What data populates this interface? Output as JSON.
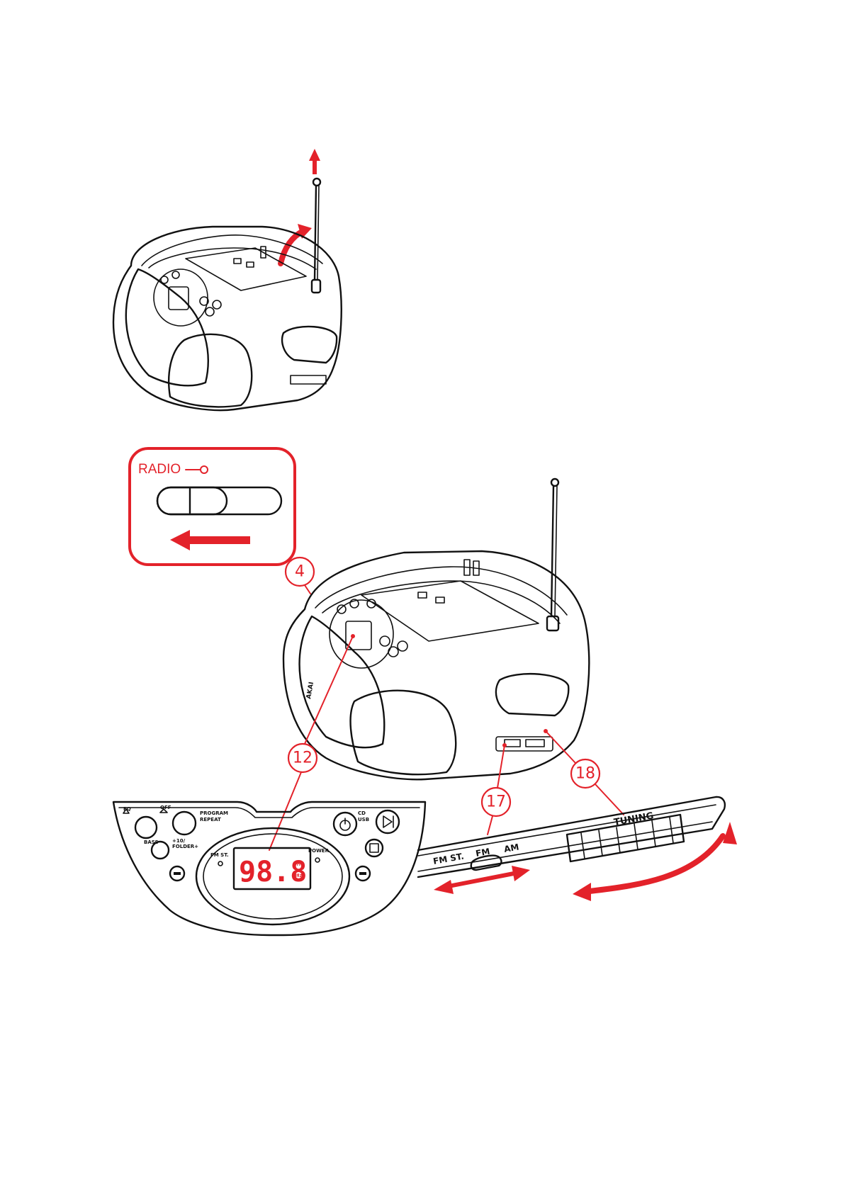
{
  "colors": {
    "accent": "#e3222a",
    "ink": "#111111",
    "background": "#ffffff"
  },
  "radio_switch": {
    "label": "RADIO"
  },
  "callouts": [
    {
      "id": "4",
      "text": "4"
    },
    {
      "id": "12",
      "text": "12"
    },
    {
      "id": "17",
      "text": "17"
    },
    {
      "id": "18",
      "text": "18"
    }
  ],
  "control_panel": {
    "buttons": {
      "eq": "EQ",
      "off": "OFF",
      "bass": "BASS",
      "program_repeat_1": "PROGRAM",
      "program_repeat_2": "REPEAT",
      "folder_1": "+10/",
      "folder_2": "FOLDER+",
      "cd_usb_1": "CD",
      "cd_usb_2": "USB"
    },
    "indicators": {
      "fm_st": "FM ST.",
      "power": "POWER"
    },
    "display": {
      "frequency": "98.8",
      "band": "FM",
      "unit": "MHz"
    }
  },
  "side_panel": {
    "band_labels": {
      "fm_st": "FM ST.",
      "fm": "FM",
      "am": "AM"
    },
    "tuning": "TUNING"
  }
}
